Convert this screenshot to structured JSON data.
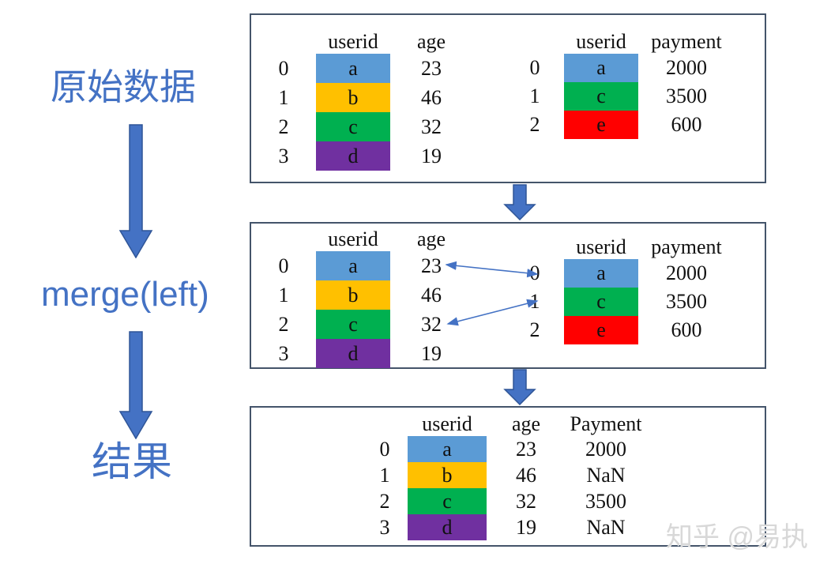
{
  "labels": {
    "original_data": "原始数据",
    "merge": "merge(left)",
    "result": "结果"
  },
  "watermark": "知乎 @易执",
  "palette": {
    "accent_blue": "#4472C4",
    "arrow_border": "#2F5597",
    "box_border": "#44546A",
    "watermark_gray": "#D8D8D8",
    "cell_a_blue": "#5B9BD5",
    "cell_b_yellow": "#FFC000",
    "cell_c_green": "#00B050",
    "cell_d_purple": "#7030A0",
    "cell_e_red": "#FF0000"
  },
  "left_df": {
    "headers": {
      "userid": "userid",
      "age": "age"
    },
    "rows": [
      {
        "idx": "0",
        "userid": "a",
        "age": "23",
        "color": "#5B9BD5"
      },
      {
        "idx": "1",
        "userid": "b",
        "age": "46",
        "color": "#FFC000"
      },
      {
        "idx": "2",
        "userid": "c",
        "age": "32",
        "color": "#00B050"
      },
      {
        "idx": "3",
        "userid": "d",
        "age": "19",
        "color": "#7030A0"
      }
    ]
  },
  "right_df": {
    "headers": {
      "userid": "userid",
      "payment": "payment"
    },
    "rows": [
      {
        "idx": "0",
        "userid": "a",
        "payment": "2000",
        "color": "#5B9BD5"
      },
      {
        "idx": "1",
        "userid": "c",
        "payment": "3500",
        "color": "#00B050"
      },
      {
        "idx": "2",
        "userid": "e",
        "payment": "600",
        "color": "#FF0000"
      }
    ]
  },
  "result_df": {
    "headers": {
      "userid": "userid",
      "age": "age",
      "payment": "Payment"
    },
    "rows": [
      {
        "idx": "0",
        "userid": "a",
        "age": "23",
        "payment": "2000",
        "color": "#5B9BD5"
      },
      {
        "idx": "1",
        "userid": "b",
        "age": "46",
        "payment": "NaN",
        "color": "#FFC000"
      },
      {
        "idx": "2",
        "userid": "c",
        "age": "32",
        "payment": "3500",
        "color": "#00B050"
      },
      {
        "idx": "3",
        "userid": "d",
        "age": "19",
        "payment": "NaN",
        "color": "#7030A0"
      }
    ]
  }
}
